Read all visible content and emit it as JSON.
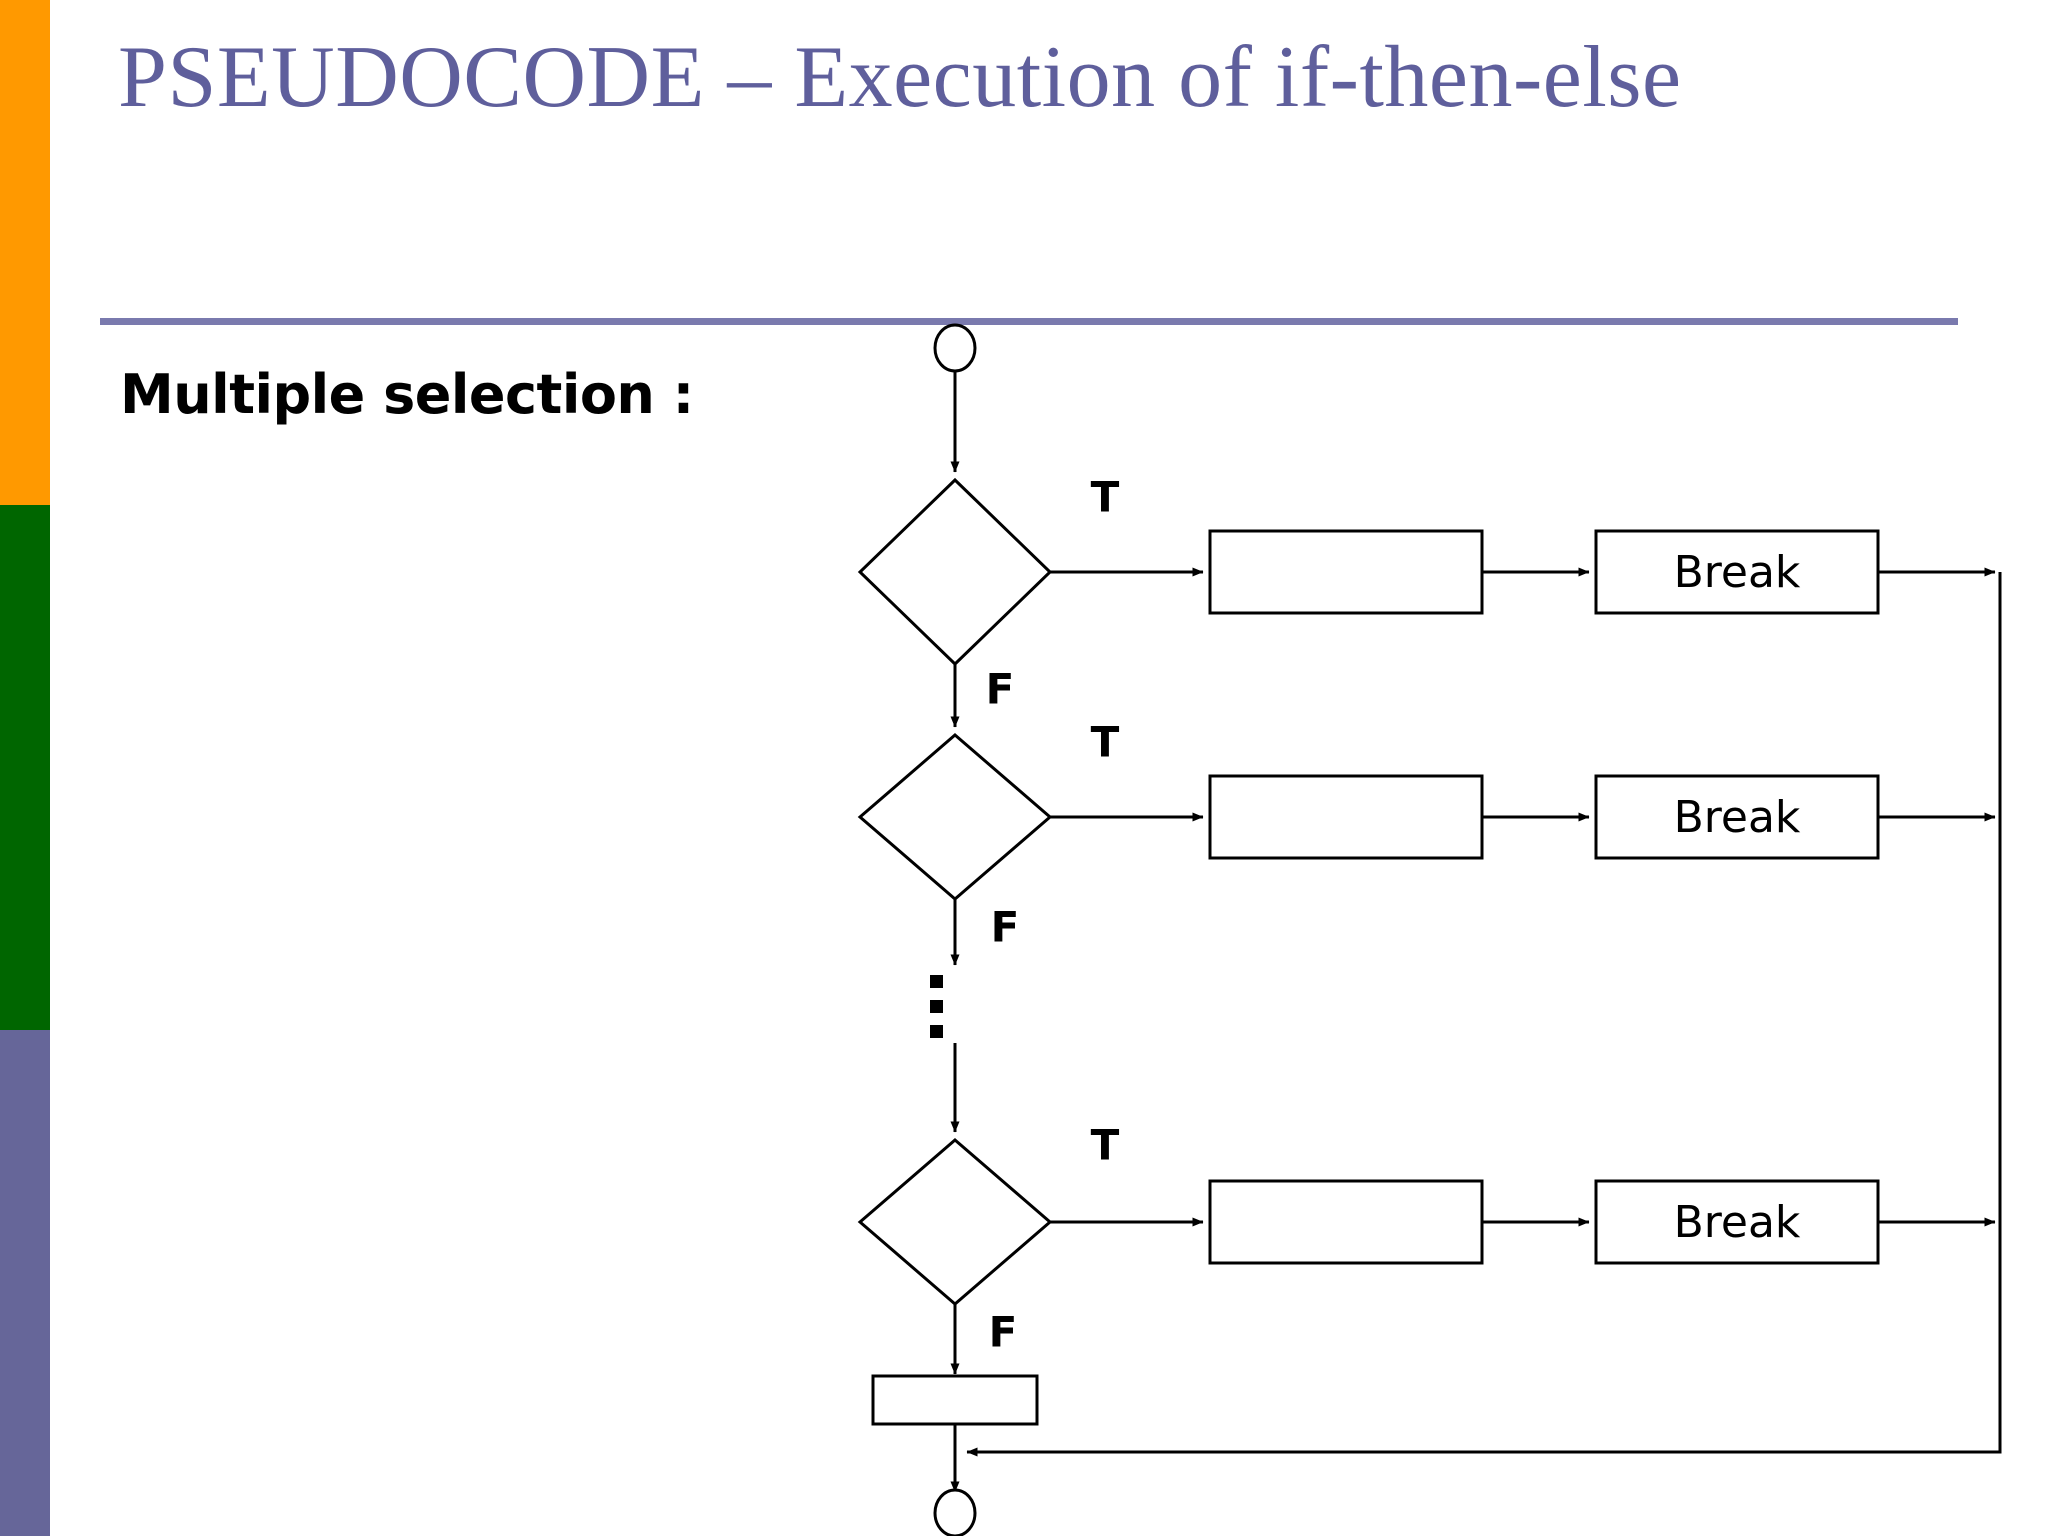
{
  "slide": {
    "title": "PSEUDOCODE – Execution of if-then-else",
    "title_line1": "PSEUDOCODE – Execution of if-",
    "title_line2": "then-else",
    "heading": "Multiple selection :",
    "accent_title_color": "#5F5F9C",
    "underline_color": "#7A7AAE"
  },
  "sidebar": {
    "bands": [
      {
        "name": "orange-band",
        "color": "#FF9900"
      },
      {
        "name": "green-band",
        "color": "#006600"
      },
      {
        "name": "purple-band",
        "color": "#666699"
      }
    ]
  },
  "flowchart": {
    "start_node": "",
    "end_node": "",
    "ellipsis": "⋮",
    "rows": [
      {
        "condition": "",
        "true_label": "T",
        "false_label": "F",
        "action": "",
        "break": "Break"
      },
      {
        "condition": "",
        "true_label": "T",
        "false_label": "F",
        "action": "",
        "break": "Break"
      },
      {
        "condition": "",
        "true_label": "T",
        "false_label": "F",
        "action": "",
        "break": "Break"
      }
    ],
    "default_action": ""
  }
}
